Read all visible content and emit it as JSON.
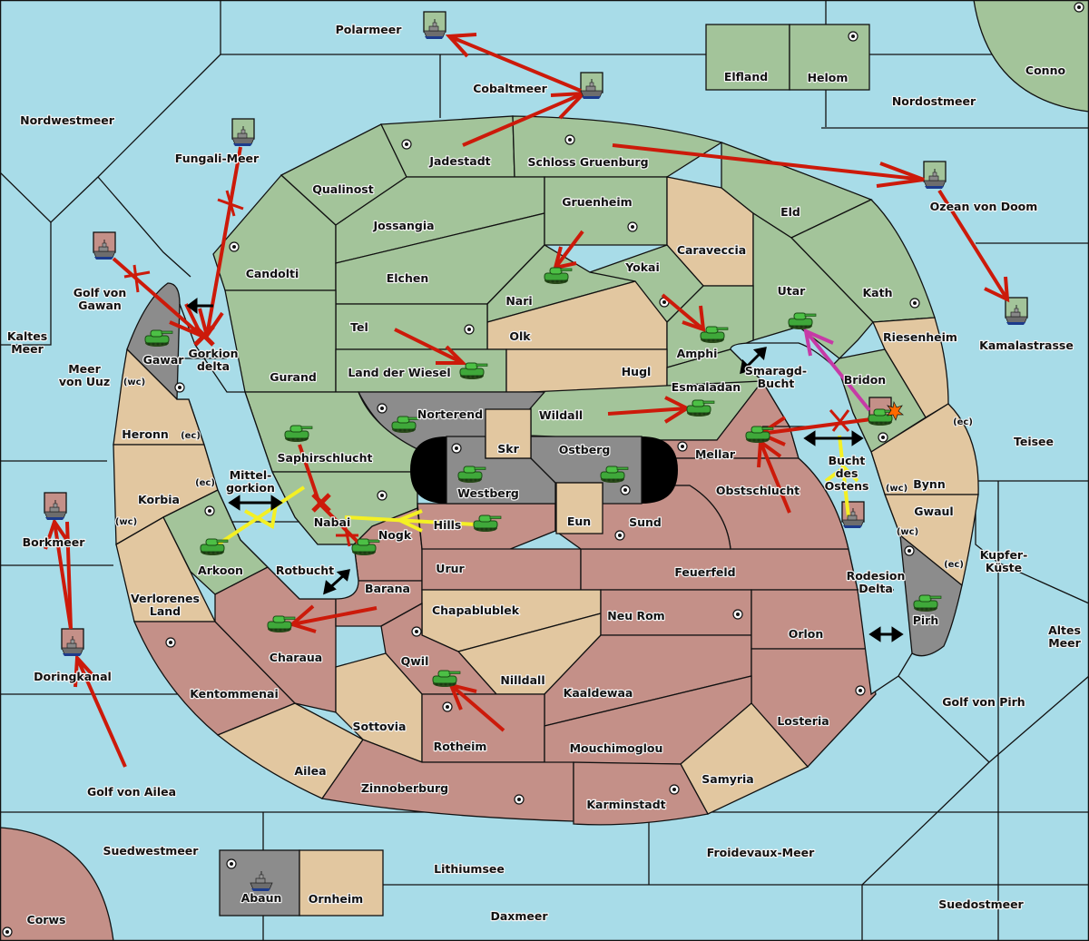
{
  "game": {
    "map_type": "Diplomacy-style world map",
    "colors": {
      "sea": "#a8dce8",
      "green_power": "#a3c49a",
      "red_power": "#c49088",
      "neutral_tan": "#e2c7a0",
      "grey_power": "#8c8c8c",
      "order_move": "#cc1a0a",
      "order_support": "#f4f024",
      "order_convoy": "#c63aa6"
    }
  },
  "seas": [
    {
      "id": "polarmeer",
      "name": "Polarmeer"
    },
    {
      "id": "cobaltmeer",
      "name": "Cobaltmeer"
    },
    {
      "id": "nordwestmeer",
      "name": "Nordwestmeer"
    },
    {
      "id": "fungali",
      "name": "Fungali-Meer"
    },
    {
      "id": "gawan",
      "name": "Golf von Gawan"
    },
    {
      "id": "kaltes",
      "name": "Kaltes Meer"
    },
    {
      "id": "uuz",
      "name": "Meer von Uuz"
    },
    {
      "id": "gorkion",
      "name": "Gorkion delta"
    },
    {
      "id": "mittel",
      "name": "Mittel-gorkion"
    },
    {
      "id": "rotbucht",
      "name": "Rotbucht"
    },
    {
      "id": "borkmeer",
      "name": "Borkmeer"
    },
    {
      "id": "doringkanal",
      "name": "Doringkanal"
    },
    {
      "id": "ailea_golf",
      "name": "Golf von Ailea"
    },
    {
      "id": "suedwestmeer",
      "name": "Suedwestmeer"
    },
    {
      "id": "lithiumsee",
      "name": "Lithiumsee"
    },
    {
      "id": "daxmeer",
      "name": "Daxmeer"
    },
    {
      "id": "froidevaux",
      "name": "Froidevaux-Meer"
    },
    {
      "id": "suedostmeer",
      "name": "Suedostmeer"
    },
    {
      "id": "pirh_golf",
      "name": "Golf von Pirh"
    },
    {
      "id": "altes",
      "name": "Altes Meer"
    },
    {
      "id": "kupfer",
      "name": "Kupfer-Küste"
    },
    {
      "id": "teisee",
      "name": "Teisee"
    },
    {
      "id": "kamala",
      "name": "Kamalastrasse"
    },
    {
      "id": "ozean",
      "name": "Ozean von Doom"
    },
    {
      "id": "nordostmeer",
      "name": "Nordostmeer"
    },
    {
      "id": "smaragd",
      "name": "Smaragd-Bucht"
    },
    {
      "id": "bucht_ostens",
      "name": "Bucht des Ostens"
    },
    {
      "id": "rodesion",
      "name": "Rodesion Delta"
    }
  ],
  "lands": [
    {
      "id": "elfland",
      "name": "Elfland"
    },
    {
      "id": "helom",
      "name": "Helom"
    },
    {
      "id": "conno",
      "name": "Conno"
    },
    {
      "id": "jadestadt",
      "name": "Jadestadt"
    },
    {
      "id": "schloss",
      "name": "Schloss Gruenburg"
    },
    {
      "id": "qualinost",
      "name": "Qualinost"
    },
    {
      "id": "jossangia",
      "name": "Jossangia"
    },
    {
      "id": "candolti",
      "name": "Candolti"
    },
    {
      "id": "elchen",
      "name": "Elchen"
    },
    {
      "id": "gruenheim",
      "name": "Gruenheim"
    },
    {
      "id": "caraveccia",
      "name": "Caraveccia"
    },
    {
      "id": "eld",
      "name": "Eld"
    },
    {
      "id": "yokai",
      "name": "Yokai"
    },
    {
      "id": "nari",
      "name": "Nari"
    },
    {
      "id": "utar",
      "name": "Utar"
    },
    {
      "id": "kath",
      "name": "Kath"
    },
    {
      "id": "tel",
      "name": "Tel"
    },
    {
      "id": "olk",
      "name": "Olk"
    },
    {
      "id": "amphi",
      "name": "Amphi"
    },
    {
      "id": "gurand",
      "name": "Gurand"
    },
    {
      "id": "wiesel",
      "name": "Land der Wiesel"
    },
    {
      "id": "hugl",
      "name": "Hugl"
    },
    {
      "id": "riesenheim",
      "name": "Riesenheim"
    },
    {
      "id": "gawar",
      "name": "Gawar"
    },
    {
      "id": "esmaladan",
      "name": "Esmaladan"
    },
    {
      "id": "bridon",
      "name": "Bridon"
    },
    {
      "id": "norterend",
      "name": "Norterend"
    },
    {
      "id": "wildall",
      "name": "Wildall"
    },
    {
      "id": "heronn",
      "name": "Heronn"
    },
    {
      "id": "skr",
      "name": "Skr"
    },
    {
      "id": "ostberg",
      "name": "Ostberg"
    },
    {
      "id": "mellar",
      "name": "Mellar"
    },
    {
      "id": "saphir",
      "name": "Saphirschlucht"
    },
    {
      "id": "westberg",
      "name": "Westberg"
    },
    {
      "id": "korbia",
      "name": "Korbia"
    },
    {
      "id": "obst",
      "name": "Obstschlucht"
    },
    {
      "id": "bynn",
      "name": "Bynn"
    },
    {
      "id": "nabai",
      "name": "Nabai"
    },
    {
      "id": "hills",
      "name": "Hills"
    },
    {
      "id": "eun",
      "name": "Eun"
    },
    {
      "id": "sund",
      "name": "Sund"
    },
    {
      "id": "gwaul",
      "name": "Gwaul"
    },
    {
      "id": "nogk",
      "name": "Nogk"
    },
    {
      "id": "arkoon",
      "name": "Arkoon"
    },
    {
      "id": "urur",
      "name": "Urur"
    },
    {
      "id": "feuerfeld",
      "name": "Feuerfeld"
    },
    {
      "id": "verlorenes",
      "name": "Verlorenes Land"
    },
    {
      "id": "barana",
      "name": "Barana"
    },
    {
      "id": "chapa",
      "name": "Chapablublek"
    },
    {
      "id": "neurom",
      "name": "Neu Rom"
    },
    {
      "id": "orlon",
      "name": "Orlon"
    },
    {
      "id": "pirh",
      "name": "Pirh"
    },
    {
      "id": "charaua",
      "name": "Charaua"
    },
    {
      "id": "qwil",
      "name": "Qwil"
    },
    {
      "id": "nilldall",
      "name": "Nilldall"
    },
    {
      "id": "kentommenai",
      "name": "Kentommenai"
    },
    {
      "id": "kaaldewaa",
      "name": "Kaaldewaa"
    },
    {
      "id": "sottovia",
      "name": "Sottovia"
    },
    {
      "id": "losteria",
      "name": "Losteria"
    },
    {
      "id": "rotheim",
      "name": "Rotheim"
    },
    {
      "id": "mouchi",
      "name": "Mouchimoglou"
    },
    {
      "id": "ailea",
      "name": "Ailea"
    },
    {
      "id": "samyria",
      "name": "Samyria"
    },
    {
      "id": "zinnoberburg",
      "name": "Zinnoberburg"
    },
    {
      "id": "karminstadt",
      "name": "Karminstadt"
    },
    {
      "id": "abaun",
      "name": "Abaun"
    },
    {
      "id": "ornheim",
      "name": "Ornheim"
    },
    {
      "id": "corws",
      "name": "Corws"
    }
  ],
  "coast_tags": {
    "wc": "(wc)",
    "ec": "(ec)"
  },
  "unit_icons": {
    "army": "tank-icon",
    "fleet": "battleship-icon",
    "supply_center": "supply-center-icon",
    "dislodged": "explosion-icon",
    "failed": "failed-x-icon",
    "swap": "double-arrow-icon"
  }
}
